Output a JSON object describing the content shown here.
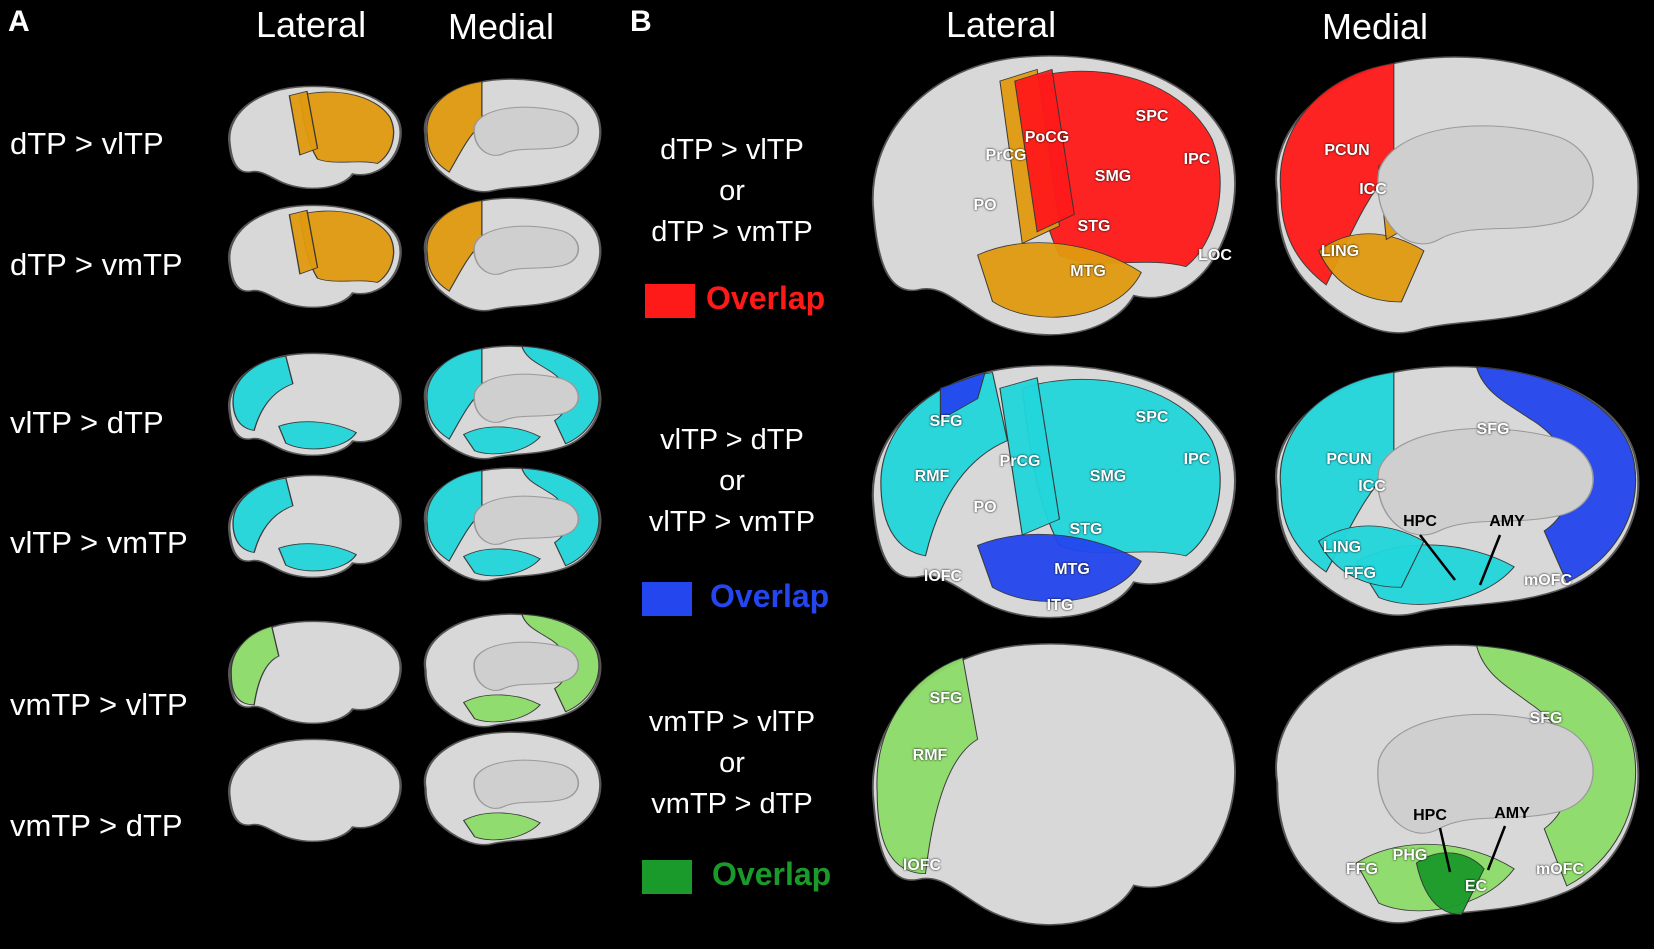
{
  "panels": {
    "a": "A",
    "b": "B"
  },
  "panel_a": {
    "col_lateral": "Lateral",
    "col_medial": "Medial",
    "rows": [
      {
        "label": "dTP > vlTP",
        "color": "#e19a10"
      },
      {
        "label": "dTP > vmTP",
        "color": "#e19a10"
      },
      {
        "label": "vlTP > dTP",
        "color": "#22d6dc"
      },
      {
        "label": "vlTP > vmTP",
        "color": "#22d6dc"
      },
      {
        "label": "vmTP > vlTP",
        "color": "#8edd6a"
      },
      {
        "label": "vmTP > dTP",
        "color": "#8edd6a"
      }
    ]
  },
  "panel_b": {
    "col_lateral": "Lateral",
    "col_medial": "Medial",
    "rows": [
      {
        "line1": "dTP > vlTP",
        "line2": "or",
        "line3": "dTP > vmTP",
        "overlap": "Overlap",
        "overlap_color": "#ff1a1a",
        "base_color": "#e19a10",
        "lateral_regions": [
          "PrCG",
          "PoCG",
          "SPC",
          "IPC",
          "SMG",
          "PO",
          "STG",
          "MTG",
          "LOC"
        ],
        "medial_regions": [
          "PCUN",
          "ICC",
          "LING"
        ]
      },
      {
        "line1": "vlTP > dTP",
        "line2": "or",
        "line3": "vlTP > vmTP",
        "overlap": "Overlap",
        "overlap_color": "#2346ee",
        "base_color": "#22d6dc",
        "lateral_regions": [
          "SFG",
          "SPC",
          "PrCG",
          "IPC",
          "RMF",
          "SMG",
          "PO",
          "STG",
          "lOFC",
          "MTG",
          "ITG"
        ],
        "medial_regions": [
          "SFG",
          "PCUN",
          "ICC",
          "HPC",
          "AMY",
          "LING",
          "FFG",
          "mOFC"
        ]
      },
      {
        "line1": "vmTP > vlTP",
        "line2": "or",
        "line3": "vmTP > dTP",
        "overlap": "Overlap",
        "overlap_color": "#1a9a2a",
        "base_color": "#8edd6a",
        "lateral_regions": [
          "SFG",
          "RMF",
          "lOFC"
        ],
        "medial_regions": [
          "SFG",
          "HPC",
          "AMY",
          "FFG",
          "PHG",
          "EC",
          "mOFC"
        ]
      }
    ]
  }
}
